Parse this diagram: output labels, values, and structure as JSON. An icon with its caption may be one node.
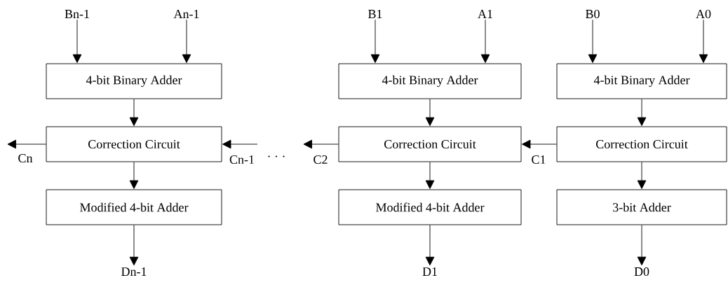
{
  "diagram": {
    "nodes": [
      {
        "text": [
          "Bn-1"
        ]
      },
      {
        "text": [
          "An-1"
        ]
      },
      {
        "text": [
          "4-bit Binary Adder"
        ]
      },
      {
        "text": [
          "Correction Circuit"
        ]
      },
      {
        "text": [
          "Modified 4-bit Adder"
        ]
      },
      {
        "text": [
          "Dn-1"
        ]
      },
      {
        "text": [
          "B1"
        ]
      },
      {
        "text": [
          "A1"
        ]
      },
      {
        "text": [
          "4-bit Binary Adder"
        ]
      },
      {
        "text": [
          "Correction Circuit"
        ]
      },
      {
        "text": [
          "Modified 4-bit Adder"
        ]
      },
      {
        "text": [
          "D1"
        ]
      },
      {
        "text": [
          "B0"
        ]
      },
      {
        "text": [
          "A0"
        ]
      },
      {
        "text": [
          "4-bit Binary Adder"
        ]
      },
      {
        "text": [
          "Correction Circuit"
        ]
      },
      {
        "text": [
          "3-bit Adder"
        ]
      },
      {
        "text": [
          "D0"
        ]
      }
    ],
    "edges": [
      {
        "from": 0,
        "to": 2,
        "arrow": "to"
      },
      {
        "from": 1,
        "to": 2,
        "arrow": "to"
      },
      {
        "from": 2,
        "to": 3,
        "arrow": "to"
      },
      {
        "from": 3,
        "to": 4,
        "arrow": "to"
      },
      {
        "from": 4,
        "to": 5,
        "arrow": "to"
      },
      {
        "from": 3,
        "to": null,
        "arrow": "to",
        "label": "Cn"
      },
      {
        "from": null,
        "to": 3,
        "arrow": "to",
        "label": "Cn-1"
      },
      {
        "from": 6,
        "to": 8,
        "arrow": "to"
      },
      {
        "from": 7,
        "to": 8,
        "arrow": "to"
      },
      {
        "from": 8,
        "to": 9,
        "arrow": "to"
      },
      {
        "from": 9,
        "to": 10,
        "arrow": "to"
      },
      {
        "from": 10,
        "to": 11,
        "arrow": "to"
      },
      {
        "from": 9,
        "to": null,
        "arrow": "to",
        "label": "C2"
      },
      {
        "from": 12,
        "to": 14,
        "arrow": "to"
      },
      {
        "from": 13,
        "to": 14,
        "arrow": "to"
      },
      {
        "from": 14,
        "to": 15,
        "arrow": "to"
      },
      {
        "from": 15,
        "to": 16,
        "arrow": "to"
      },
      {
        "from": 16,
        "to": 17,
        "arrow": "to"
      },
      {
        "from": 15,
        "to": 9,
        "arrow": "to",
        "label": "C1"
      }
    ],
    "labels": [
      "· · ·"
    ]
  }
}
